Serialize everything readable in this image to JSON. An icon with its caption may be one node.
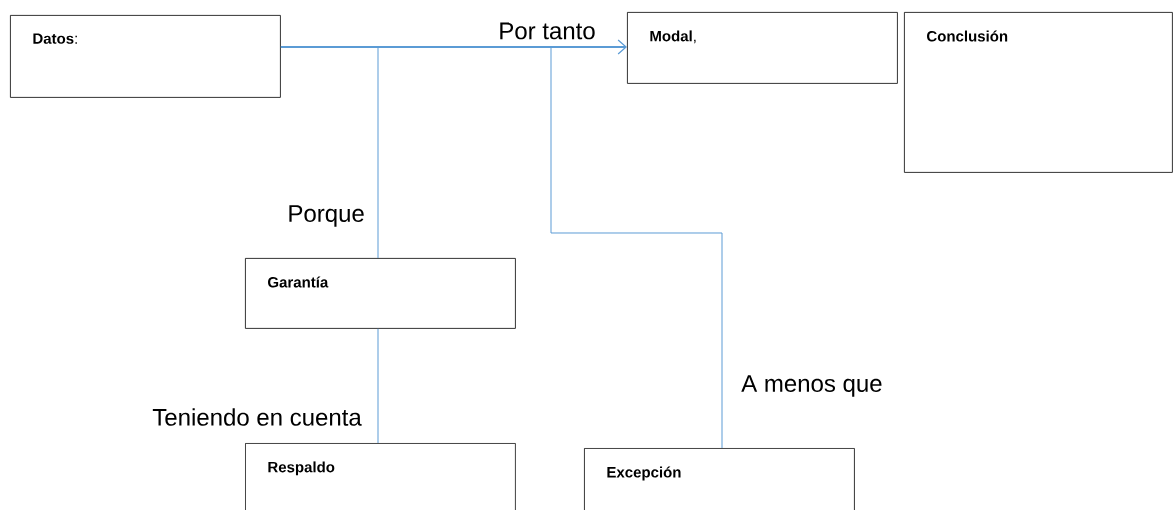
{
  "diagram": {
    "nodes": [
      {
        "text": [
          "**Datos**:"
        ]
      },
      {
        "text": [
          "**Modal**,"
        ]
      },
      {
        "text": [
          "Conclusión"
        ]
      },
      {
        "text": [
          "Garantía"
        ]
      },
      {
        "text": [
          "Respaldo"
        ]
      },
      {
        "text": [
          "Excepción"
        ]
      }
    ],
    "edges": [
      {
        "from": 0,
        "to": 1,
        "arrow": "to",
        "label": "Por tanto"
      },
      {
        "from": 3,
        "to": null,
        "arrow": "none",
        "label": "Porque"
      },
      {
        "from": 4,
        "to": 3,
        "arrow": "none",
        "label": "Teniendo en cuenta"
      },
      {
        "from": 5,
        "to": null,
        "arrow": "none",
        "label": "A menos que"
      }
    ]
  }
}
